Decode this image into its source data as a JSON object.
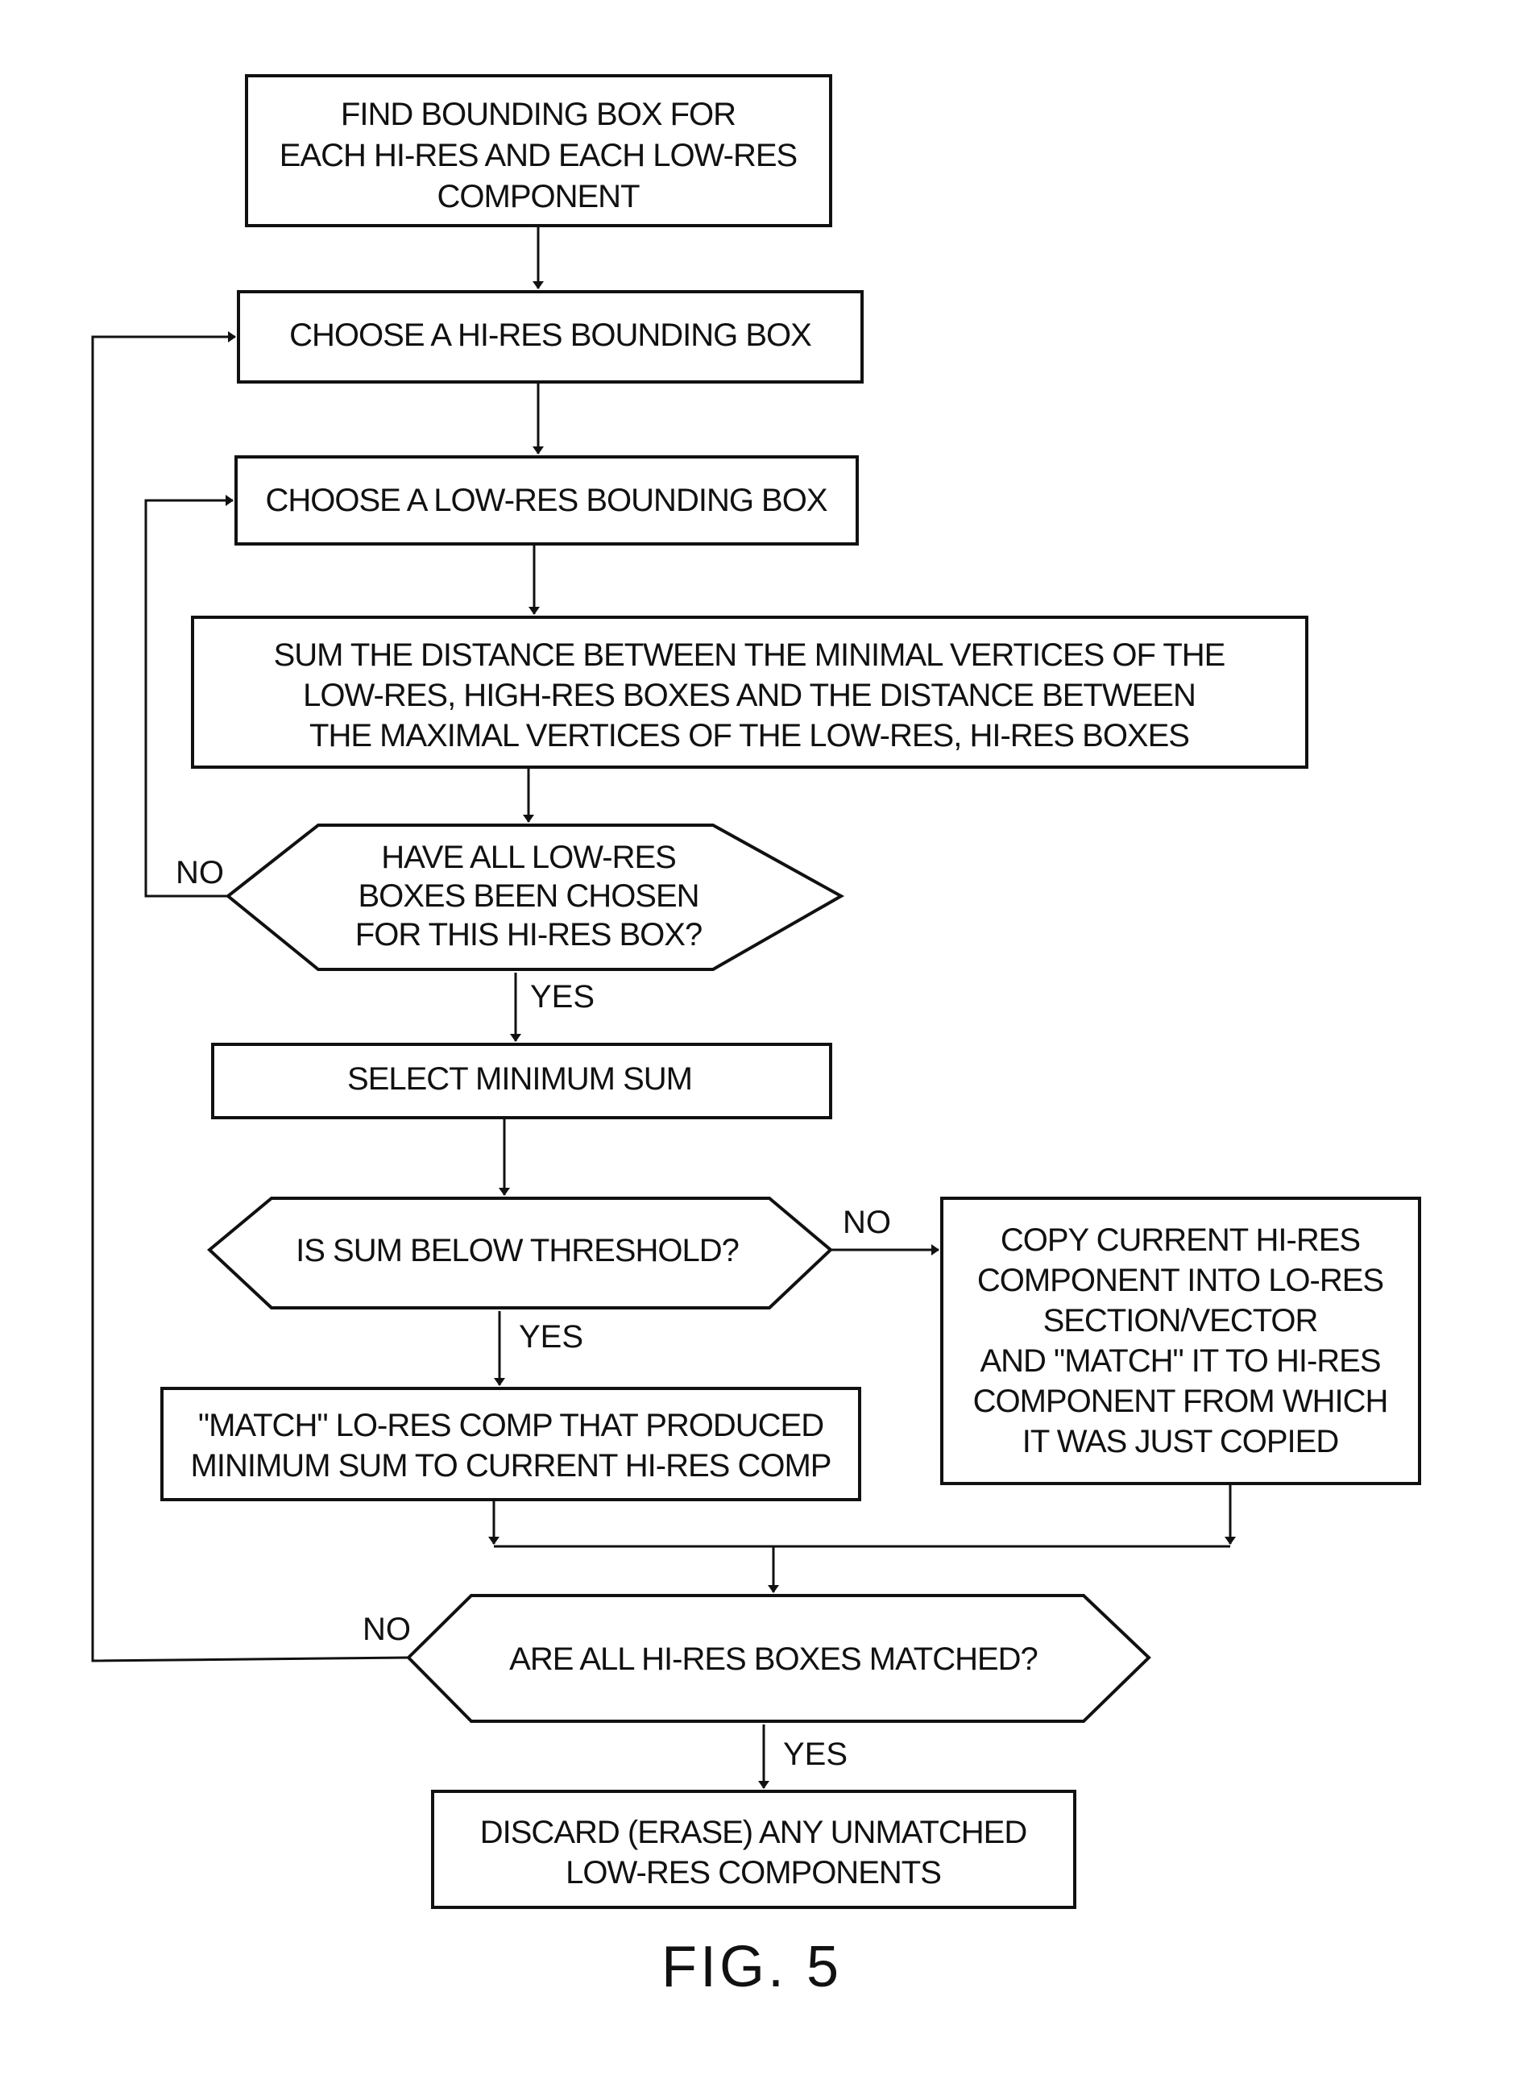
{
  "figure": {
    "caption": "FIG. 5"
  },
  "nodes": {
    "find_boxes": {
      "type": "process",
      "lines": [
        "FIND BOUNDING BOX FOR",
        "EACH HI-RES AND EACH LOW-RES",
        "COMPONENT"
      ]
    },
    "choose_hires": {
      "type": "process",
      "lines": [
        "CHOOSE A HI-RES BOUNDING BOX"
      ]
    },
    "choose_lowres": {
      "type": "process",
      "lines": [
        "CHOOSE A LOW-RES BOUNDING BOX"
      ]
    },
    "sum_distance": {
      "type": "process",
      "lines": [
        "SUM THE DISTANCE BETWEEN THE MINIMAL VERTICES OF THE",
        "LOW-RES, HIGH-RES BOXES AND THE DISTANCE BETWEEN",
        "THE MAXIMAL VERTICES OF THE LOW-RES, HI-RES BOXES"
      ]
    },
    "all_lowres_chosen": {
      "type": "decision",
      "lines": [
        "HAVE ALL LOW-RES",
        "BOXES BEEN CHOSEN",
        "FOR THIS HI-RES BOX?"
      ]
    },
    "select_min": {
      "type": "process",
      "lines": [
        "SELECT MINIMUM SUM"
      ]
    },
    "below_threshold": {
      "type": "decision",
      "lines": [
        "IS SUM BELOW THRESHOLD?"
      ]
    },
    "match_lowres": {
      "type": "process",
      "lines": [
        "\"MATCH\" LO-RES COMP THAT PRODUCED",
        "MINIMUM SUM TO CURRENT HI-RES COMP"
      ]
    },
    "copy_hires": {
      "type": "process",
      "lines": [
        "COPY CURRENT HI-RES",
        "COMPONENT INTO LO-RES",
        "SECTION/VECTOR",
        "AND \"MATCH\" IT TO HI-RES",
        "COMPONENT FROM WHICH",
        "IT WAS JUST COPIED"
      ]
    },
    "all_hires_matched": {
      "type": "decision",
      "lines": [
        "ARE ALL HI-RES BOXES MATCHED?"
      ]
    },
    "discard": {
      "type": "process",
      "lines": [
        "DISCARD (ERASE) ANY UNMATCHED",
        "LOW-RES COMPONENTS"
      ]
    }
  },
  "edges": {
    "lowres_no": "NO",
    "lowres_yes": "YES",
    "threshold_no": "NO",
    "threshold_yes": "YES",
    "hires_no": "NO",
    "hires_yes": "YES"
  }
}
